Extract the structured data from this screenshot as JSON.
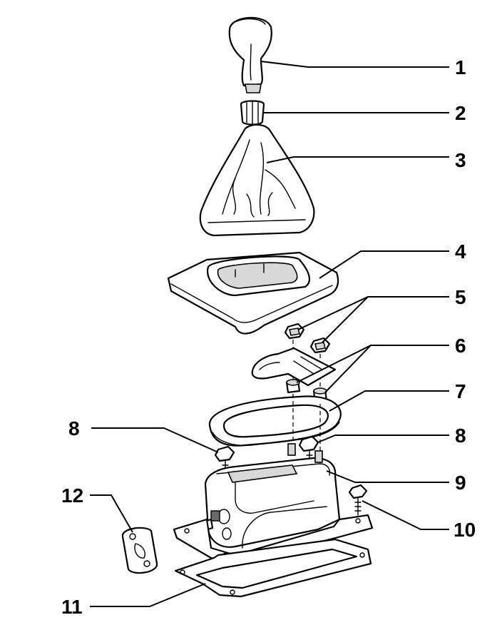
{
  "callouts": [
    "1",
    "2",
    "3",
    "4",
    "5",
    "6",
    "7",
    "8",
    "8",
    "9",
    "10",
    "12",
    "11"
  ]
}
